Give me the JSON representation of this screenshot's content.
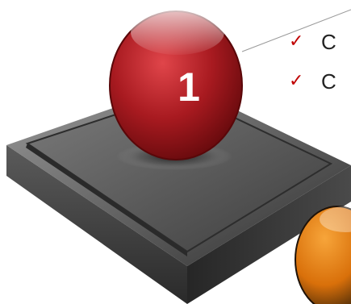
{
  "step": {
    "number": "1"
  },
  "checklist": [
    {
      "icon": "check-icon",
      "text": "C"
    },
    {
      "icon": "check-icon",
      "text": "C"
    }
  ],
  "colors": {
    "ball_primary": "#9c1116",
    "ball_secondary": "#d97a10",
    "checkmark": "#c00000",
    "platform_top": "#616161",
    "platform_side": "#3a3a3a"
  }
}
